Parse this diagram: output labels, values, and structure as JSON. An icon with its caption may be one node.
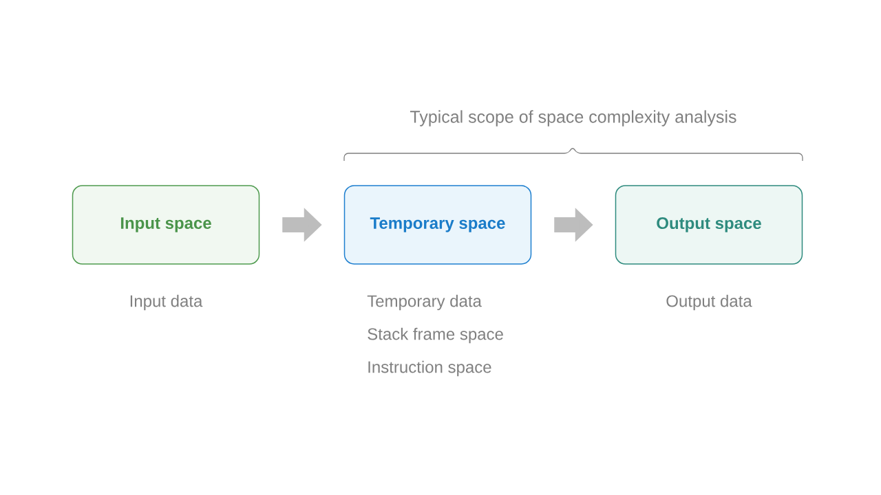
{
  "diagram": {
    "nodes": [
      {
        "text": [
          "Input space"
        ],
        "beside": [
          "Input data"
        ]
      },
      {
        "text": [
          "Temporary space"
        ],
        "beside": [
          "Temporary data",
          "Stack frame space",
          "Instruction space"
        ]
      },
      {
        "text": [
          "Output space"
        ],
        "beside": [
          "Output data"
        ]
      }
    ],
    "edges": [
      {
        "from": 0,
        "to": 1,
        "arrow": "to"
      },
      {
        "from": 1,
        "to": 2,
        "arrow": "to"
      }
    ],
    "labels": [
      "Typical scope of space complexity analysis"
    ]
  }
}
